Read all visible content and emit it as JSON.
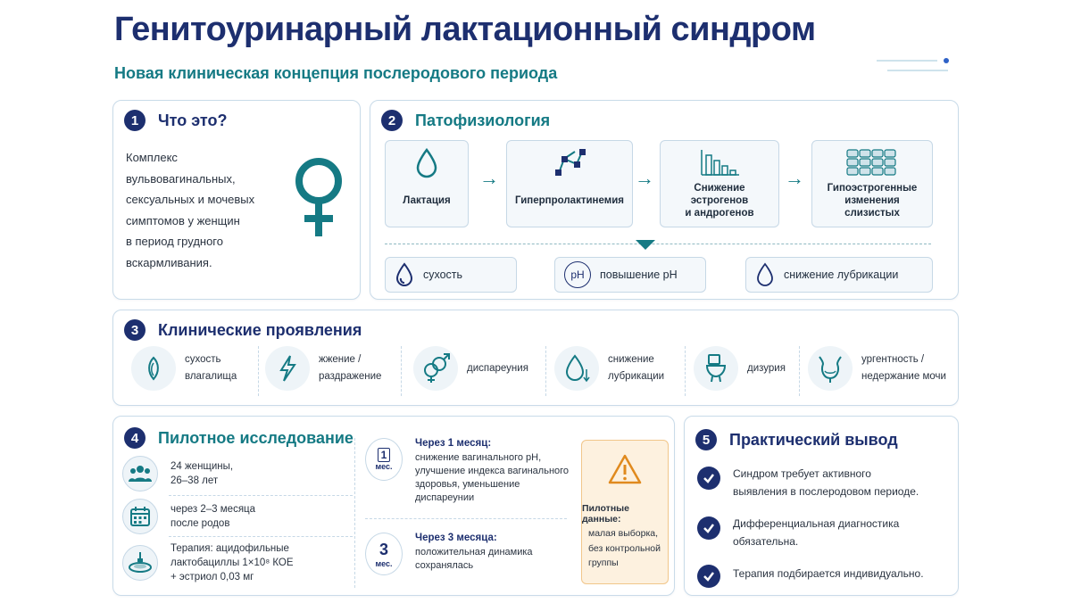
{
  "header": {
    "title": "Генитоуринарный лактационный синдром",
    "subtitle": "Новая клиническая концепция послеродового периода"
  },
  "colors": {
    "navy": "#1d2f6f",
    "teal": "#157a84",
    "border": "#c9dbe9",
    "warning_bg": "#fdf1df"
  },
  "section1": {
    "number": "1",
    "title": "Что это?",
    "lines": [
      "Комплекс",
      "вульвовагинальных,",
      "сексуальных и мочевых",
      "симптомов у женщин",
      "в период грудного",
      "вскармливания."
    ],
    "icon": "venus-icon"
  },
  "section2": {
    "number": "2",
    "title": "Патофизиология",
    "steps": [
      {
        "label": "Лактация",
        "icon": "drop-icon"
      },
      {
        "label": "Гиперпролактинемия",
        "icon": "molecule-icon"
      },
      {
        "label": "Снижение\nэстрогенов\nи андрогенов",
        "icon": "declining-bars-icon"
      },
      {
        "label": "Гипоэстрогенные\nизменения\nслизистых",
        "icon": "mucosa-cells-icon"
      }
    ],
    "effects": [
      {
        "label": "сухость",
        "icon": "drop-icon"
      },
      {
        "label": "повышение pH",
        "badge": "pH"
      },
      {
        "label": "снижение лубрикации",
        "icon": "drop-outline-icon"
      }
    ]
  },
  "section3": {
    "number": "3",
    "title": "Клинические проявления",
    "symptoms": [
      {
        "line1": "сухость",
        "line2": "влагалища",
        "icon": "dryness-icon"
      },
      {
        "line1": "жжение /",
        "line2": "раздражение",
        "icon": "lightning-icon"
      },
      {
        "line1": "диспареуния",
        "line2": "",
        "icon": "gender-symbols-icon"
      },
      {
        "line1": "снижение",
        "line2": "лубрикации",
        "icon": "drop-down-icon"
      },
      {
        "line1": "дизурия",
        "line2": "",
        "icon": "toilet-icon"
      },
      {
        "line1": "ургентность /",
        "line2": "недержание мочи",
        "icon": "bladder-icon"
      }
    ]
  },
  "section4": {
    "number": "4",
    "title": "Пилотное исследование",
    "facts": [
      {
        "line1": "24 женщины,",
        "line2": "26–38 лет",
        "icon": "group-icon"
      },
      {
        "line1": "через 2–3 месяца",
        "line2": "после родов",
        "icon": "calendar-icon"
      },
      {
        "line1": "Терапия: ацидофильные",
        "line2": "лактобациллы 1×10⁸ КОЕ",
        "line3": "+ эстриол 0,03 мг",
        "icon": "petri-dish-icon"
      }
    ],
    "timeline": [
      {
        "badge_num": "1",
        "badge_unit": "мес.",
        "title": "Через 1 месяц:",
        "lines": [
          "снижение вагинального pH,",
          "улучшение индекса вагинального",
          "здоровья, уменьшение",
          "диспареунии"
        ]
      },
      {
        "badge_num": "3",
        "badge_unit": "мес.",
        "title": "Через 3 месяца:",
        "lines": [
          "положительная динамика",
          "сохранялась"
        ]
      }
    ],
    "warning": {
      "title": "Пилотные данные:",
      "lines": [
        "малая выборка,",
        "без контрольной",
        "группы"
      ],
      "icon": "warning-triangle-icon"
    }
  },
  "section5": {
    "number": "5",
    "title": "Практический вывод",
    "items": [
      [
        "Синдром требует активного",
        "выявления в послеродовом периоде."
      ],
      [
        "Дифференциальная диагностика",
        "обязательна."
      ],
      [
        "Терапия подбирается индивидуально."
      ]
    ]
  }
}
